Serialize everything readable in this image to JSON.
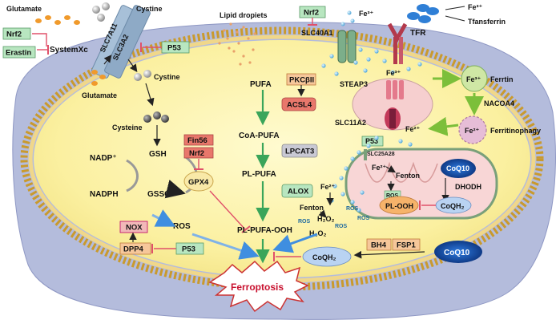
{
  "labels": {
    "glutamate_top": "Glutamate",
    "cystine_top": "Cystine",
    "slc7a11": "SLC7A11",
    "slc3a2": "SLC3A2",
    "systemxc": "SystemXc",
    "nrf2_left": "Nrf2",
    "erastin": "Erastin",
    "p53_top": "P53",
    "cystine_in": "Cystine",
    "glutamate_in": "Glutamate",
    "cysteine": "Cysteine",
    "gsh": "GSH",
    "gssg": "GSSG",
    "nadp": "NADP⁺",
    "nadph": "NADPH",
    "fin56": "Fin56",
    "nrf2_mid": "Nrf2",
    "gpx4": "GPX4",
    "ros_left": "ROS",
    "nox": "NOX",
    "dpp4": "DPP4",
    "p53_bottom": "P53",
    "lipid_droplets": "Lipid dropiets",
    "pufa": "PUFA",
    "pkcbii": "PKCβII",
    "acsl4": "ACSL4",
    "coa_pufa": "CoA-PUFA",
    "lpcat3": "LPCAT3",
    "pl_pufa": "PL-PUFA",
    "alox": "ALOX",
    "pl_pufa_ooh": "PL-PUFA-OOH",
    "ferroptosis": "Ferroptosis",
    "nrf2_top": "Nrf2",
    "slc40a1": "SLC40A1",
    "fe3_top": "Fe³⁺",
    "fe3_tf": "Fe³⁺",
    "transferrin": "Tfansferrin",
    "tfr": "TFR",
    "fe3_endo": "Fe³⁺",
    "steap3": "STEAP3",
    "fe3_ferritin": "Fe³⁺",
    "ferritin": "Ferrtin",
    "nacoa4": "NACOA4",
    "slc11a2": "SLC11A2",
    "fe2_endo": "Fe²⁺",
    "fe2_ferr": "Fe²⁺",
    "ferritinophagy": "Ferritinophagy",
    "p53_mito": "P53",
    "slc25a28": "SLC25A28",
    "fe_mito": "Fe²⁺",
    "fenton_mito": "Fenton",
    "ros_mito": "ROS",
    "coq10_mito": "CoQ10",
    "dhodh": "DHODH",
    "pl_ooh": "PL-OOH",
    "coqh2_mito": "CoQH₂",
    "fe2_cyto": "Fe²⁺",
    "fenton_cyto": "Fenton",
    "h2o2_a": "H₂O₂",
    "h2o2_b": "H₂O₂",
    "ros_small_1": "ROS",
    "ros_small_2": "ROS",
    "ros_small_3": "ROS",
    "ros_small_4": "ROS",
    "bh4": "BH4",
    "fsp1": "FSP1",
    "coqh2_bottom": "CoQH₂",
    "coq10_bottom": "CoQ10"
  },
  "colors": {
    "cytoplasm": "#fbf3a6",
    "membrane_dot": "#e9c96e",
    "outer_cell": "#aeb7d9",
    "green_box": "#b8e6c0",
    "red_box": "#e8776b",
    "gray_box": "#c9c9d4",
    "pink_box": "#f2b8b8",
    "orange_box": "#f6c79a",
    "pathway_green": "#3aa55a",
    "inhibit_red": "#e0506a",
    "blue_arrow": "#3f8ee0",
    "mito_fill": "#f8d6d6",
    "coq10_blue": "#1f5fb8"
  }
}
